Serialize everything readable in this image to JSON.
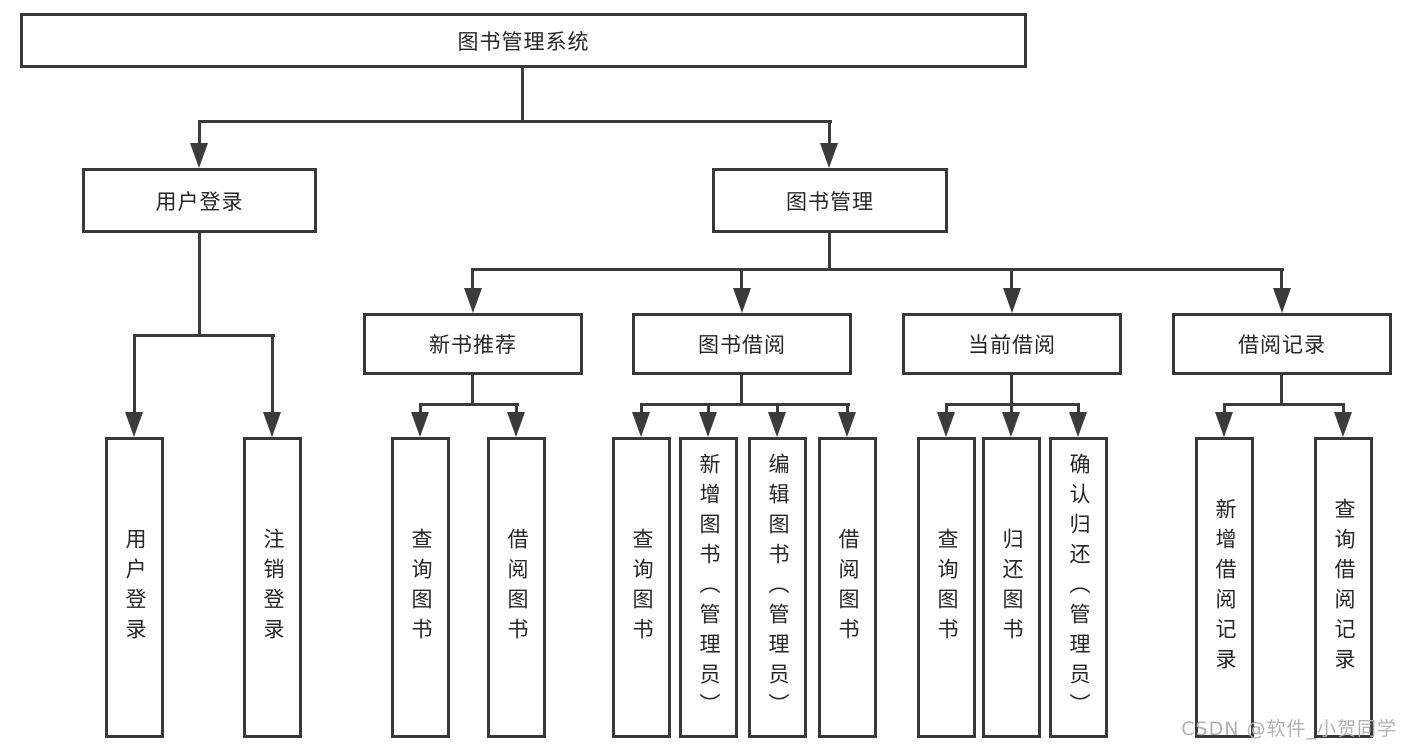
{
  "tree": {
    "root": "图书管理系统",
    "login": "用户登录",
    "manage": "图书管理",
    "login_children": [
      "用户登录",
      "注销登录"
    ],
    "manage_children": [
      "新书推荐",
      "图书借阅",
      "当前借阅",
      "借阅记录"
    ],
    "new_book_children": [
      "查询图书",
      "借阅图书"
    ],
    "borrow_children": [
      "查询图书",
      "新增图书（管理员）",
      "编辑图书（管理员）",
      "借阅图书"
    ],
    "current_children": [
      "查询图书",
      "归还图书",
      "确认归还（管理员）"
    ],
    "record_children": [
      "新增借阅记录",
      "查询借阅记录"
    ]
  },
  "watermark": "CSDN @软件_小贺同学",
  "colors": {
    "line": "#3b3b3b",
    "border": "#383838",
    "text": "#262626",
    "watermark": "#b2b2b2"
  }
}
